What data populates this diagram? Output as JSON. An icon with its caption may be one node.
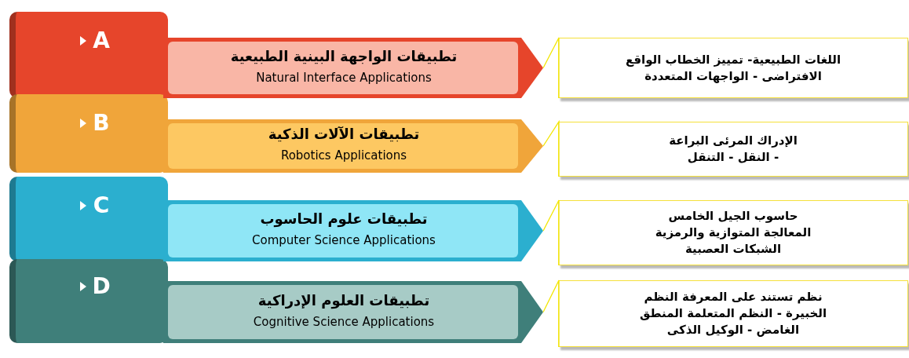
{
  "diagram": {
    "nodes": [
      {
        "text": [
          "A"
        ]
      },
      {
        "text": [
          "B"
        ]
      },
      {
        "text": [
          "C"
        ]
      },
      {
        "text": [
          "D"
        ]
      },
      {
        "text": [
          "تطبيقات الواجهة البينية الطبيعية",
          "Natural Interface Applications"
        ]
      },
      {
        "text": [
          "تطبيقات الآلات الذكية",
          "Robotics Applications"
        ]
      },
      {
        "text": [
          "تطبيقات علوم الحاسوب",
          "Computer Science Applications"
        ]
      },
      {
        "text": [
          "تطبيقات العلوم الإدراكية",
          "Cognitive Science Applications"
        ]
      },
      {
        "text": [
          "اللغات الطبيعية- تمييز الخطاب الواقع الافتراضى - الواجهات المتعددة"
        ]
      },
      {
        "text": [
          "الإدراك المرئى البراعة - النقل - التنقل"
        ]
      },
      {
        "text": [
          "حاسوب الجيل الخامس المعالجة المتوازية والرمزية الشبكات العصبية"
        ]
      },
      {
        "text": [
          "نظم تستند على المعرفة النظم الخبيرة - النظم المتعلمة المنطق الغامض - الوكيل الذكى"
        ]
      }
    ],
    "edges": [
      {
        "from": 4,
        "to": 8,
        "arrow": "none"
      },
      {
        "from": 5,
        "to": 9,
        "arrow": "none"
      },
      {
        "from": 6,
        "to": 10,
        "arrow": "none"
      },
      {
        "from": 7,
        "to": 11,
        "arrow": "none"
      }
    ]
  }
}
